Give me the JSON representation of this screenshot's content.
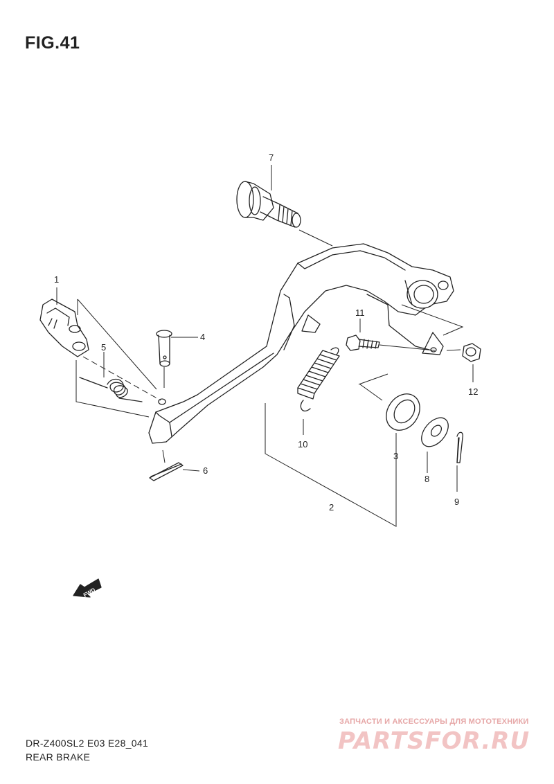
{
  "figure": {
    "title": "FIG.41"
  },
  "callouts": [
    "1",
    "2",
    "3",
    "4",
    "5",
    "6",
    "7",
    "8",
    "9",
    "10",
    "11",
    "12"
  ],
  "fwd_label": "FWD",
  "footer": {
    "model": "DR-Z400SL2 E03 E28_041",
    "name": "REAR BRAKE"
  },
  "watermark": {
    "line1": "ЗАПЧАСТИ И АКСЕССУАРЫ ДЛЯ МОТОТЕХНИКИ",
    "line2": "PARTSFOR.RU"
  }
}
